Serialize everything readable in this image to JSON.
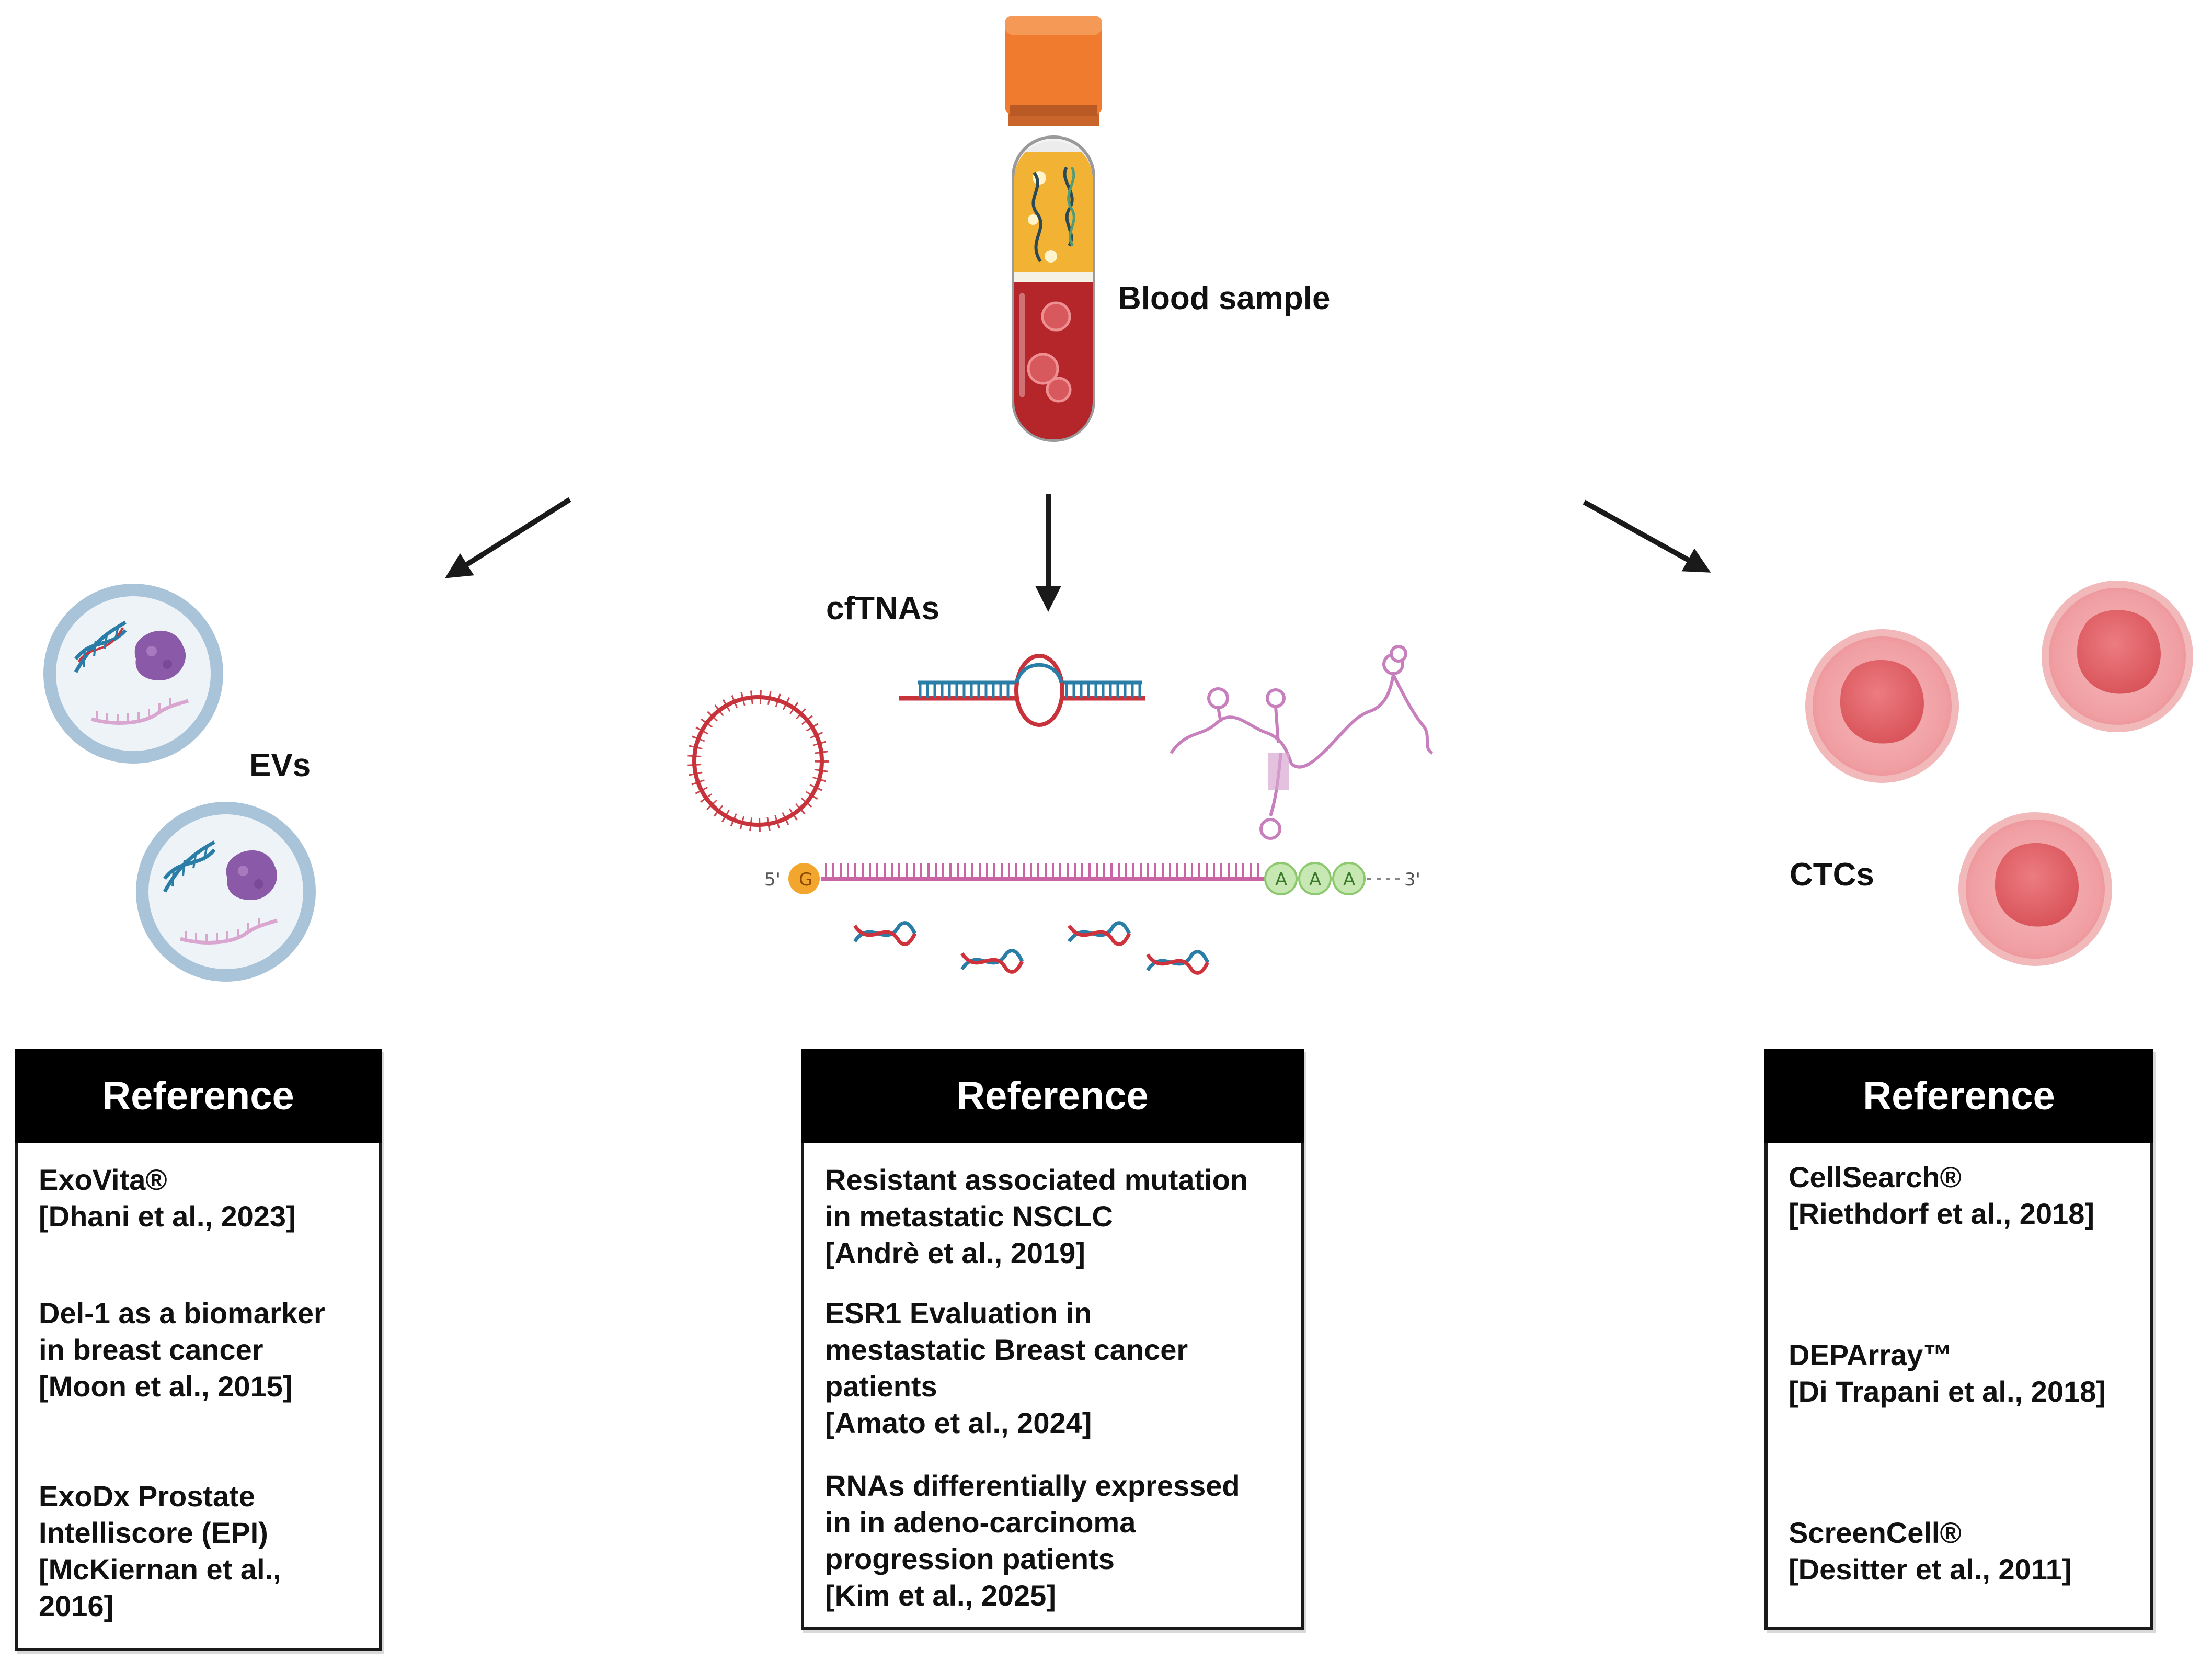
{
  "labels": {
    "blood_sample": "Blood sample",
    "cftnas": "cfTNAs",
    "evs": "EVs",
    "ctcs": "CTCs"
  },
  "mrna": {
    "five_prime": "5'",
    "three_prime": "3'",
    "cap_letter": "G",
    "tail_letters": [
      "A",
      "A",
      "A"
    ]
  },
  "reference_boxes": {
    "evs": {
      "header": "Reference",
      "entries": [
        "ExoVita®\n[Dhani et al., 2023]",
        "Del-1 as a biomarker\nin breast cancer\n[Moon et al., 2015]",
        "ExoDx Prostate\nIntelliscore (EPI)\n[McKiernan et al.,\n2016]"
      ]
    },
    "cftnas": {
      "header": "Reference",
      "entries": [
        "Resistant associated mutation\nin metastatic NSCLC\n[Andrè et al., 2019]",
        "ESR1  Evaluation in\nmestastatic Breast cancer\npatients\n[Amato  et al., 2024]",
        "RNAs  differentially expressed\nin in adeno-carcinoma\nprogression patients\n[Kim et al., 2025]"
      ]
    },
    "ctcs": {
      "header": "Reference",
      "entries": [
        "CellSearch®\n[Riethdorf et al., 2018]",
        "DEPArray™\n[Di Trapani et al., 2018]",
        "ScreenCell®\n[Desitter et al., 2011]"
      ]
    }
  },
  "colors": {
    "tube_cap": "#f07a2e",
    "plasma": "#f2b233",
    "blood": "#b5262b",
    "ev_border": "#a9c3d8",
    "ev_fill": "#eef3f8",
    "ev_cargo_protein": "#8a5aa8",
    "ev_cargo_rna": "#d9a6d0",
    "dna_strand_a": "#2a7da6",
    "dna_strand_b": "#d0323b",
    "circ_rna": "#c8323b",
    "mrna_body": "#c865a5",
    "mrna_cap": "#f2a62e",
    "mrna_tail": "#a8d88a",
    "ctc_cell": "#f0a3a6",
    "ctc_nucleus": "#e2656a",
    "arrow": "#1a1a1a"
  }
}
